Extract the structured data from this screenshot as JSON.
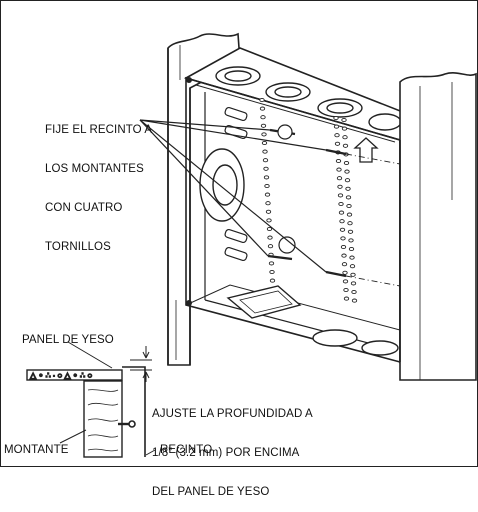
{
  "labels": {
    "mount_instruction_lines": [
      "FIJE EL RECINTO A",
      "LOS MONTANTES",
      "CON CUATRO",
      "TORNILLOS"
    ],
    "drywall": "PANEL DE YESO",
    "depth_instruction_lines": [
      "AJUSTE LA PROFUNDIDAD A",
      "1/8” (3.2 mm) POR ENCIMA",
      "DEL PANEL DE YESO"
    ],
    "stud": "MONTANTE",
    "enclosure": "RECINTO"
  }
}
